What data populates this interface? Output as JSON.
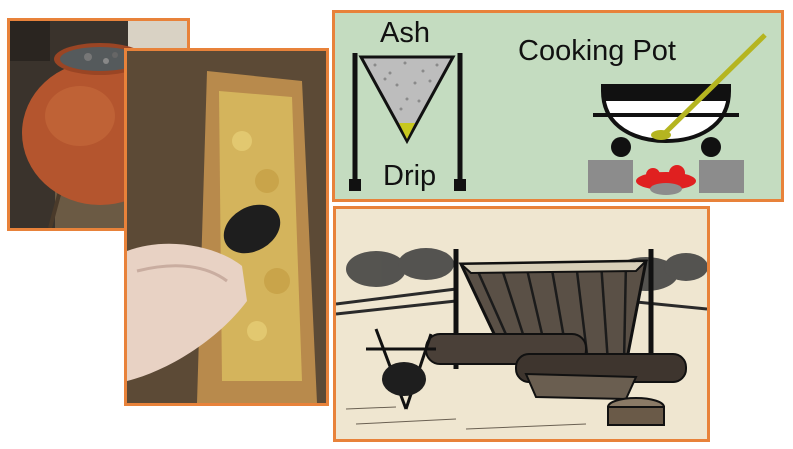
{
  "diagram": {
    "ash_label": "Ash",
    "drip_label": "Drip",
    "pot_label": "Cooking Pot"
  },
  "colors": {
    "frame": "#e8823a",
    "diagram_bg": "#c4dcc0",
    "ash_fill": "#bdbdbd",
    "lye_drip": "#c8c820",
    "ladle": "#b5b520",
    "fire": "#e02020",
    "stone": "#8c8c8c"
  },
  "images": [
    {
      "name": "clay-pot-with-ash-photo"
    },
    {
      "name": "wooden-box-with-spoon-photo"
    },
    {
      "name": "ash-hopper-engraving"
    }
  ]
}
